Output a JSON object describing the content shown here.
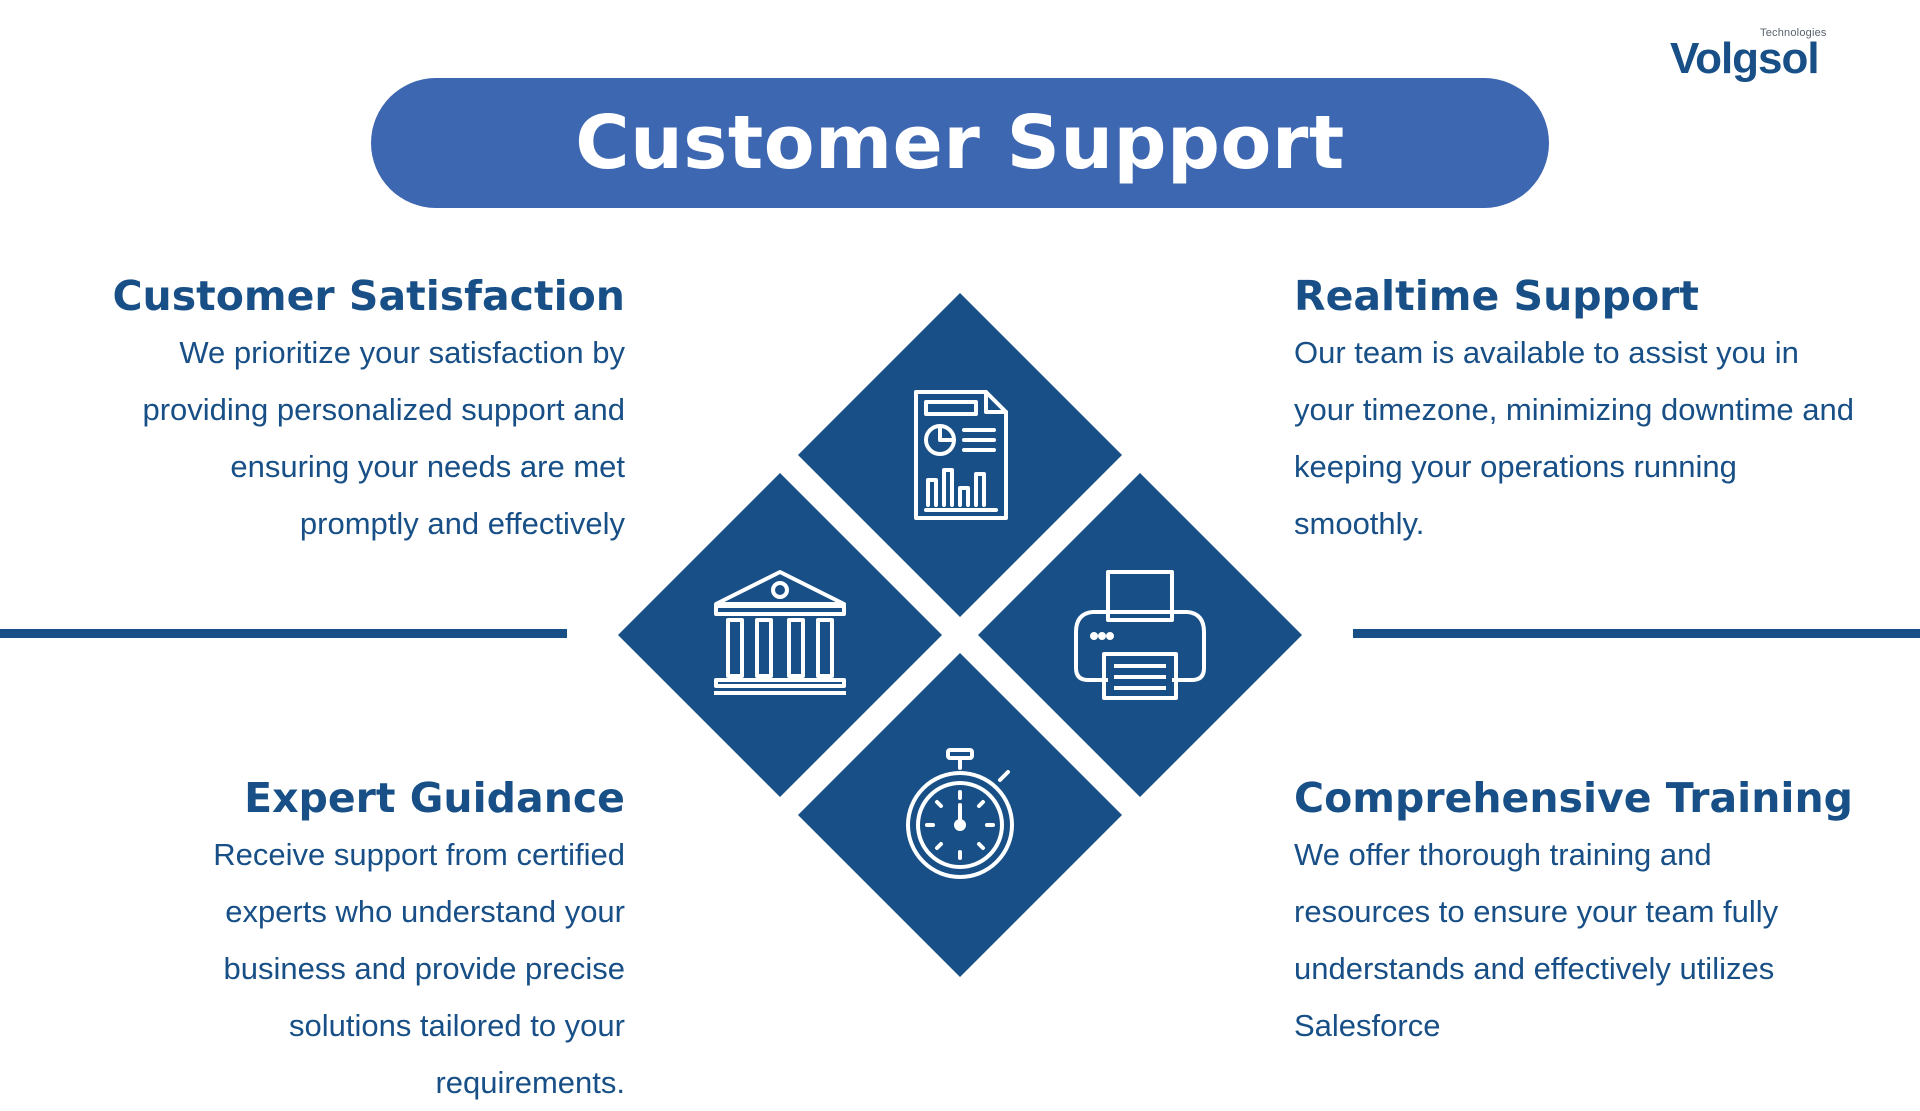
{
  "brand": {
    "logo_text": "Volgsol",
    "logo_sub": "Technologies"
  },
  "title": "Customer Support",
  "colors": {
    "title_bg": "#3e67b1",
    "accent": "#174f86",
    "background": "#ffffff"
  },
  "blocks": {
    "satisfaction": {
      "heading": "Customer Satisfaction",
      "body": "We prioritize your satisfaction by providing personalized support and ensuring your needs are met promptly and effectively"
    },
    "realtime": {
      "heading": "Realtime Support",
      "body": "Our team is available to assist you in your timezone, minimizing downtime and keeping your operations running smoothly."
    },
    "expert": {
      "heading": "Expert Guidance",
      "body": "Receive support from certified experts who understand your business and provide precise solutions tailored to your requirements."
    },
    "training": {
      "heading": "Comprehensive Training",
      "body": "We offer thorough training and resources to ensure your team fully understands and effectively utilizes Salesforce"
    }
  },
  "icons": {
    "top": "report-document-icon",
    "left": "bank-building-icon",
    "right": "printer-icon",
    "bottom": "stopwatch-icon"
  }
}
